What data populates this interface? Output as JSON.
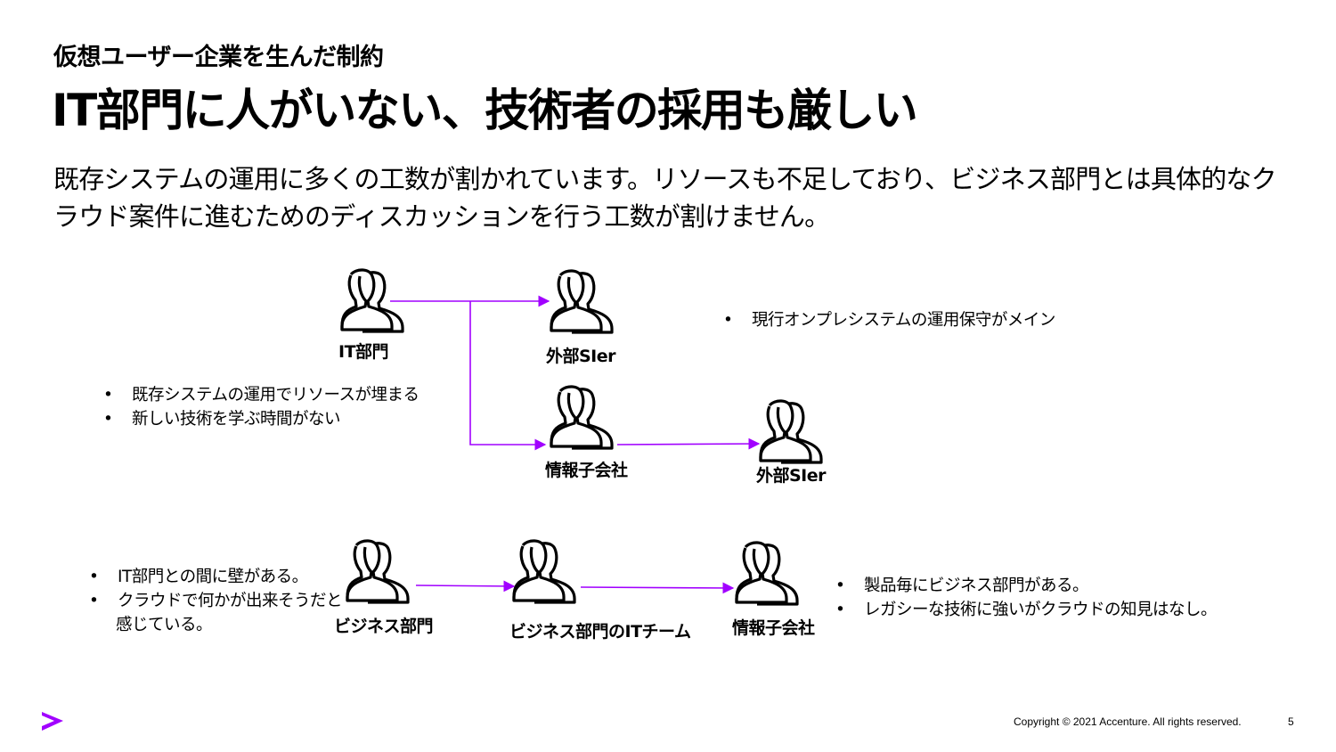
{
  "header": {
    "subtitle": "仮想ユーザー企業を生んだ制約",
    "title": "IT部門に人がいない、技術者の採用も厳しい"
  },
  "description": [
    "既存システムの運用に多くの工数が割かれています。リソースも不足しており、ビジネス部門とは具体的なク",
    "ラウド案件に進むためのディスカッションを行う工数が割けません。"
  ],
  "diagram1": {
    "it_dept": "IT部門",
    "external_sier_1": "外部SIer",
    "info_subsidiary": "情報子会社",
    "external_sier_2": "外部SIer",
    "note_sier": [
      "現行オンプレシステムの運用保守がメイン"
    ],
    "note_it": [
      "既存システムの運用でリソースが埋まる",
      "新しい技術を学ぶ時間がない"
    ]
  },
  "diagram2": {
    "business_dept": "ビジネス部門",
    "business_it_team": "ビジネス部門のITチーム",
    "info_subsidiary": "情報子会社",
    "note_business": [
      "IT部門との間に壁がある。",
      "クラウドで何かが出来そうだと",
      "感じている。"
    ],
    "note_subsidiary": [
      "製品毎にビジネス部門がある。",
      "レガシーな技術に強いがクラウドの知見はなし。"
    ]
  },
  "footer": {
    "copyright": "Copyright © 2021 Accenture. All rights reserved.",
    "page_number": "5"
  },
  "colors": {
    "accent": "#A100FF",
    "connector": "#A100FF",
    "text": "#000000"
  },
  "icons": [
    "people-icon",
    "accenture-logo-icon"
  ]
}
